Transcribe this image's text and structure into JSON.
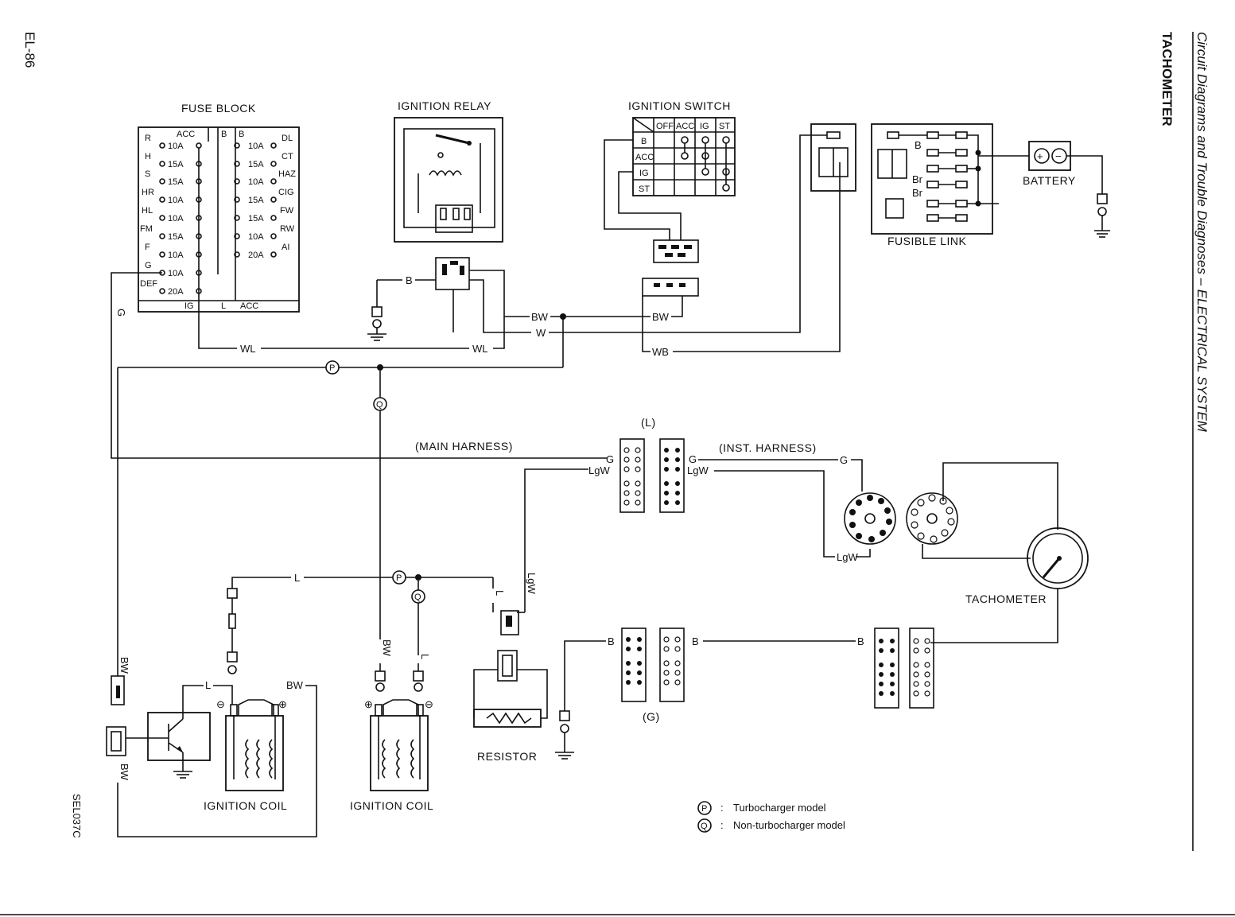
{
  "page": {
    "page_number": "EL-86",
    "section_header": "TACHOMETER",
    "running_head": "Circuit Diagrams and Trouble Diagnoses – ELECTRICAL SYSTEM",
    "figure_code": "SEL037C"
  },
  "components": {
    "fuse_block": "FUSE BLOCK",
    "ignition_relay": "IGNITION RELAY",
    "ignition_switch": "IGNITION SWITCH",
    "fusible_link": "FUSIBLE LINK",
    "battery": "BATTERY",
    "tachometer": "TACHOMETER",
    "ignition_coil_1": "IGNITION COIL",
    "ignition_coil_2": "IGNITION COIL",
    "resistor": "RESISTOR",
    "main_harness": "(MAIN HARNESS)",
    "inst_harness": "(INST. HARNESS)",
    "connector_l": "(L)",
    "connector_g": "(G)"
  },
  "fuse_block": {
    "top_labels": [
      "ACC",
      "B",
      "B"
    ],
    "left_fuses": [
      {
        "circuit": "R",
        "rating": "10A"
      },
      {
        "circuit": "H",
        "rating": "15A"
      },
      {
        "circuit": "S",
        "rating": "15A"
      },
      {
        "circuit": "HR",
        "rating": "10A"
      },
      {
        "circuit": "HL",
        "rating": "10A"
      },
      {
        "circuit": "FM",
        "rating": "15A"
      },
      {
        "circuit": "F",
        "rating": "10A"
      },
      {
        "circuit": "G",
        "rating": "10A"
      },
      {
        "circuit": "DEF",
        "rating": "20A"
      }
    ],
    "right_fuses": [
      {
        "circuit": "DL",
        "rating": "10A"
      },
      {
        "circuit": "CT",
        "rating": "15A"
      },
      {
        "circuit": "HAZ",
        "rating": "10A"
      },
      {
        "circuit": "CIG",
        "rating": "15A"
      },
      {
        "circuit": "FW",
        "rating": "15A"
      },
      {
        "circuit": "RW",
        "rating": "10A"
      },
      {
        "circuit": "AI",
        "rating": "20A"
      }
    ],
    "bottom_labels": [
      "IG",
      "L",
      "ACC"
    ]
  },
  "ignition_switch_table": {
    "columns": [
      "OFF",
      "ACC",
      "IG",
      "ST"
    ],
    "rows": [
      "B",
      "ACC",
      "IG",
      "ST"
    ]
  },
  "wires": {
    "g": "G",
    "wl": "WL",
    "b": "B",
    "bw": "BW",
    "w": "W",
    "wb": "WB",
    "l": "L",
    "lgw": "LgW",
    "br": "Br"
  },
  "markers": {
    "p": "P",
    "q": "Q"
  },
  "battery_terminals": {
    "positive": "+",
    "negative": "−"
  },
  "coil_terminals": {
    "negative": "⊖",
    "positive": "⊕"
  },
  "legend": [
    {
      "symbol": "P",
      "text": "Turbocharger model"
    },
    {
      "symbol": "Q",
      "text": "Non-turbocharger model"
    }
  ],
  "legend_separator": ":"
}
